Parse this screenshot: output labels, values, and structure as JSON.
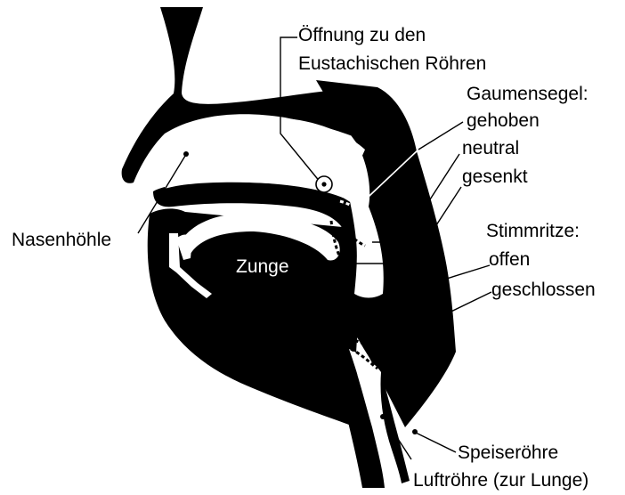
{
  "labels": {
    "oeffnung_line1": "Öffnung zu den",
    "oeffnung_line2": "Eustachischen Röhren",
    "gaumensegel": "Gaumensegel:",
    "gehoben": "gehoben",
    "neutral": "neutral",
    "gesenkt": "gesenkt",
    "nasenhoehle": "Nasenhöhle",
    "zunge": "Zunge",
    "stimmritze": "Stimmritze:",
    "offen": "offen",
    "geschlossen": "geschlossen",
    "speiseroehre": "Speiseröhre",
    "luftroehre": "Luftröhre (zur Lunge)"
  }
}
